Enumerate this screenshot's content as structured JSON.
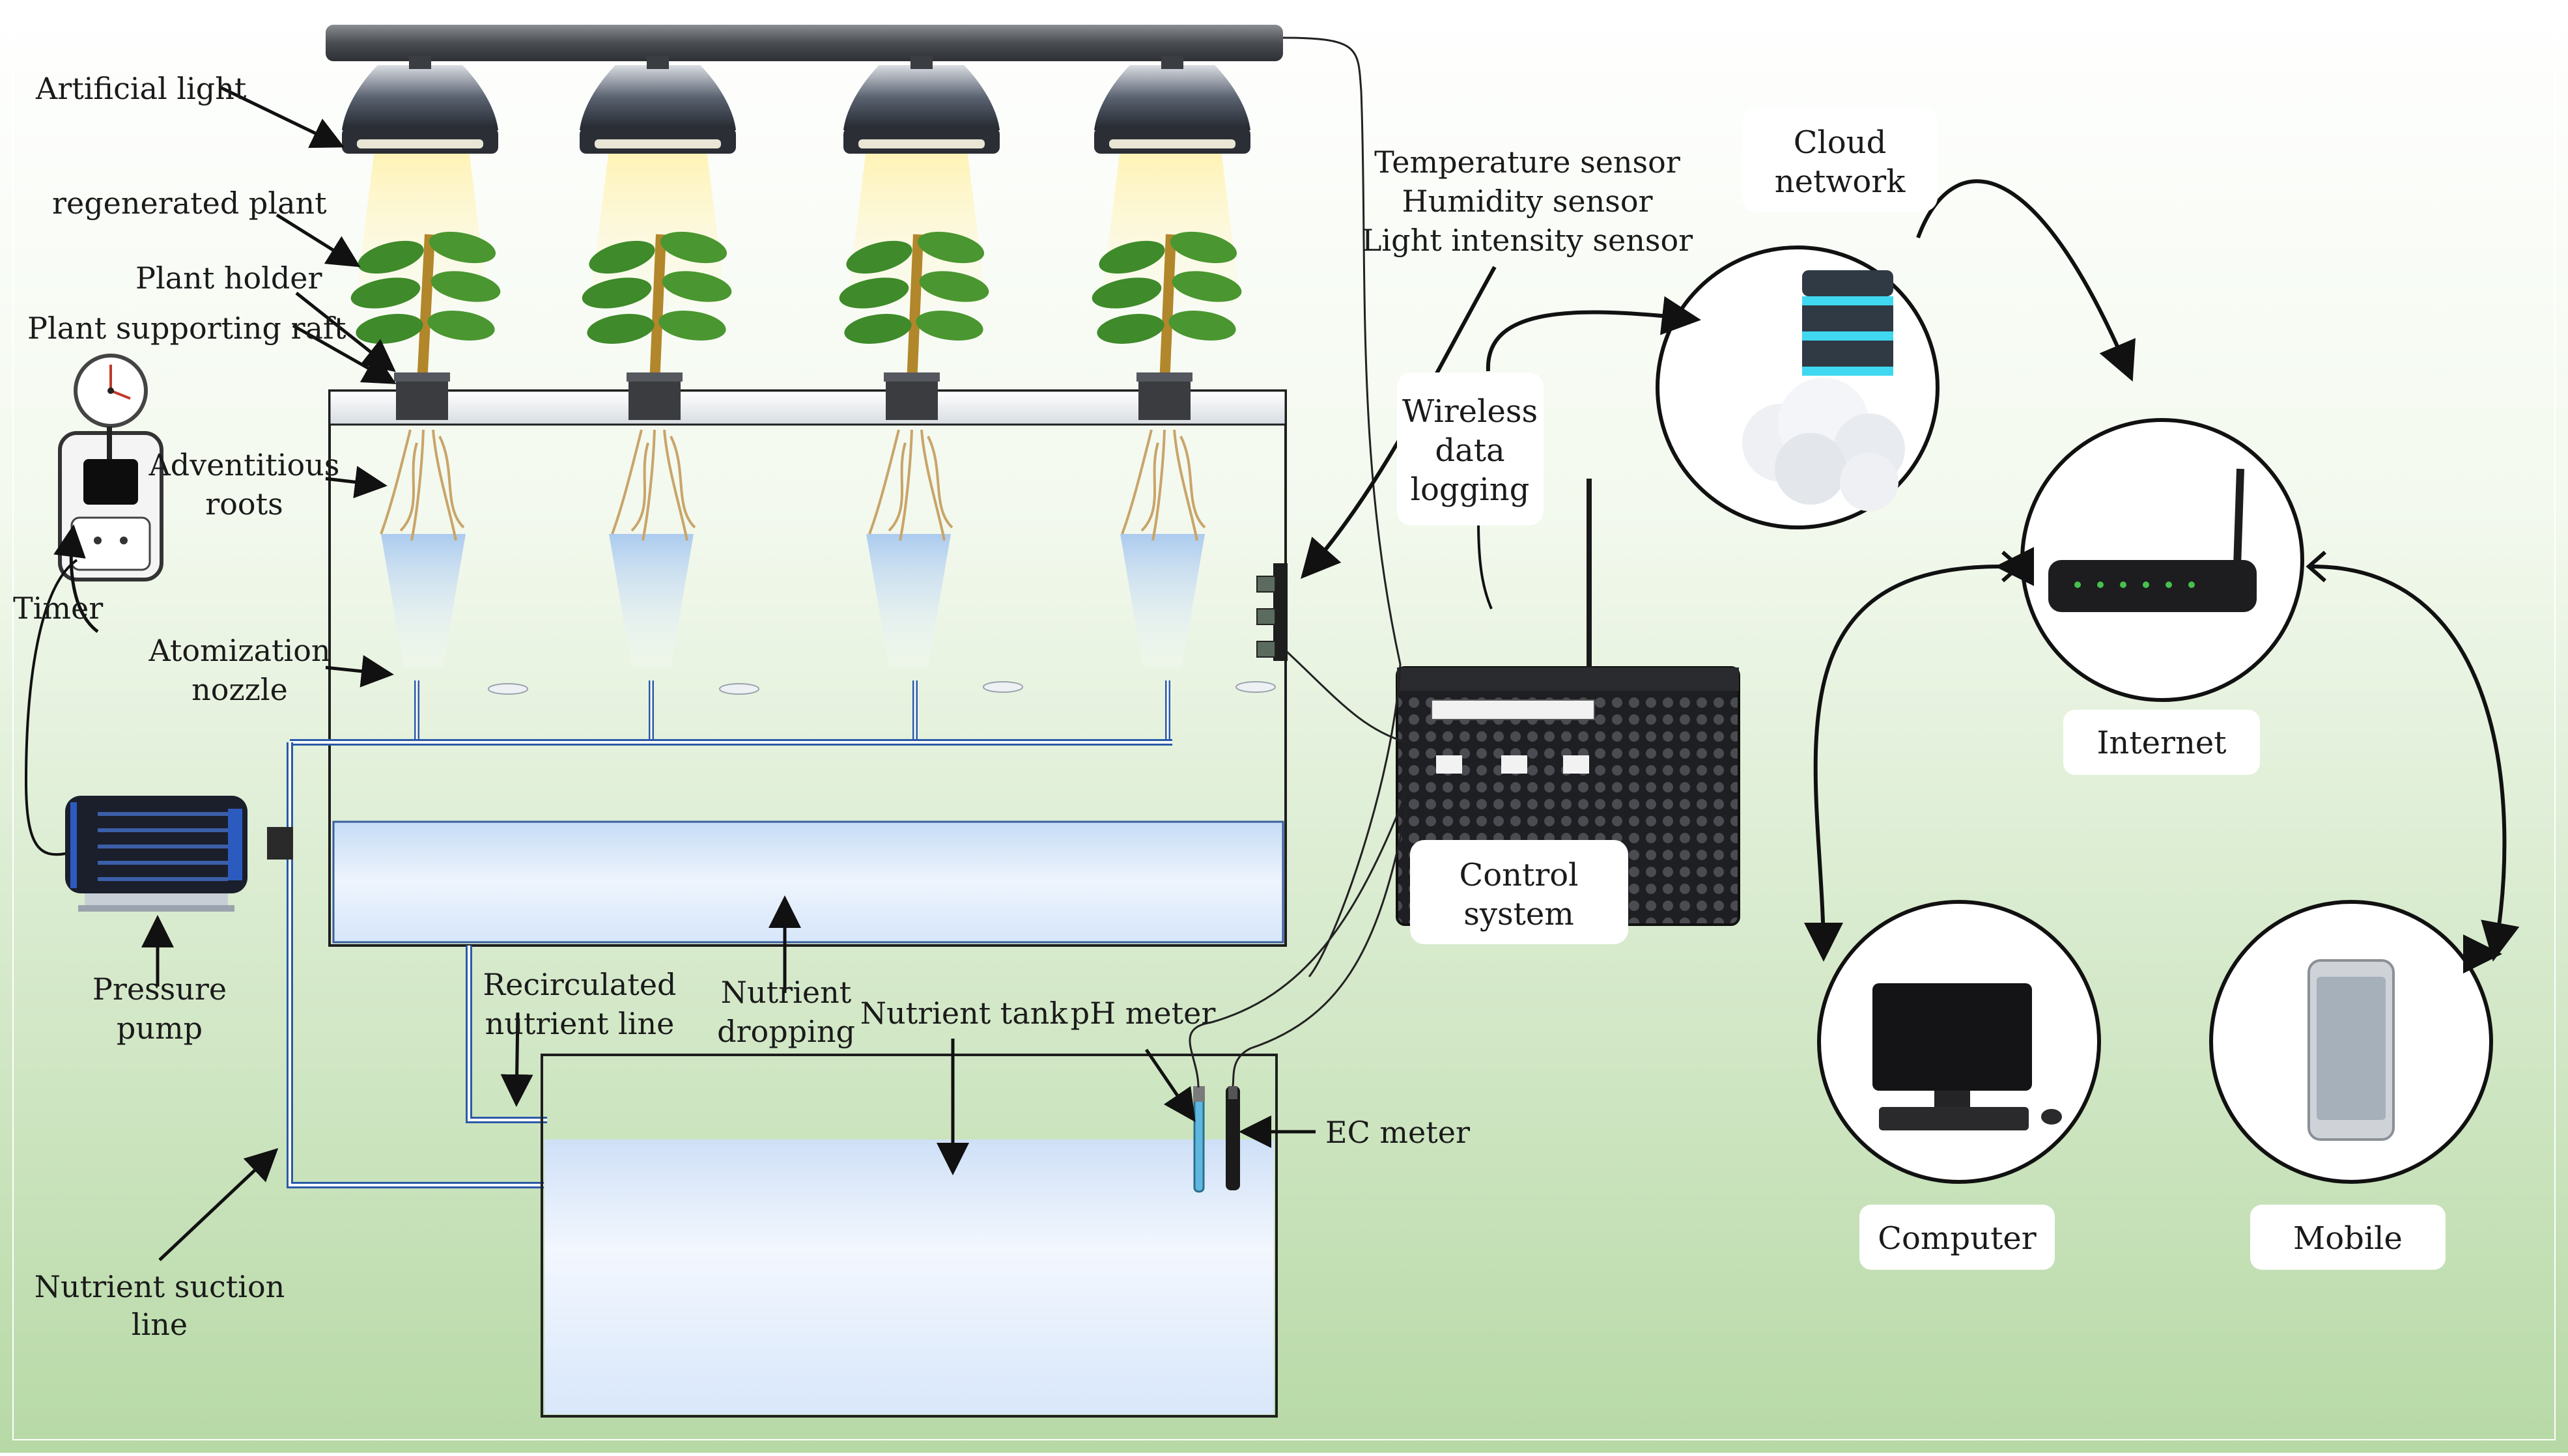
{
  "colors": {
    "background_top": "#ffffff",
    "background_bottom": "#b7d9a6",
    "water": "#dbe9fb",
    "pipe": "#2a5aa8",
    "leaf": "#3f8a2a",
    "device_dark": "#1c1c1c"
  },
  "left_labels": {
    "artificial_light": "Artificial light",
    "regenerated_plant": "regenerated plant",
    "plant_holder": "Plant holder",
    "plant_supporting_raft": "Plant supporting raft",
    "adventitious_roots_1": "Adventitious",
    "adventitious_roots_2": "roots",
    "timer": "Timer",
    "atomization_nozzle_1": "Atomization",
    "atomization_nozzle_2": "nozzle",
    "pressure_pump_1": "Pressure",
    "pressure_pump_2": "pump",
    "nutrient_suction_line_1": "Nutrient suction",
    "nutrient_suction_line_2": "line"
  },
  "center_labels": {
    "recirculated_nutrient_line_1": "Recirculated",
    "recirculated_nutrient_line_2": "nutrient line",
    "nutrient_dropping_1": "Nutrient",
    "nutrient_dropping_2": "dropping",
    "nutrient_tank": "Nutrient tank",
    "ph_meter": "pH meter",
    "ec_meter": "EC meter"
  },
  "sensors": {
    "temperature": "Temperature sensor",
    "humidity": "Humidity sensor",
    "light_intensity": "Light intensity sensor"
  },
  "boxes": {
    "wireless_1": "Wireless",
    "wireless_2": "data",
    "wireless_3": "logging",
    "control_1": "Control",
    "control_2": "system",
    "cloud_1": "Cloud",
    "cloud_2": "network",
    "internet": "Internet",
    "computer": "Computer",
    "mobile": "Mobile"
  }
}
